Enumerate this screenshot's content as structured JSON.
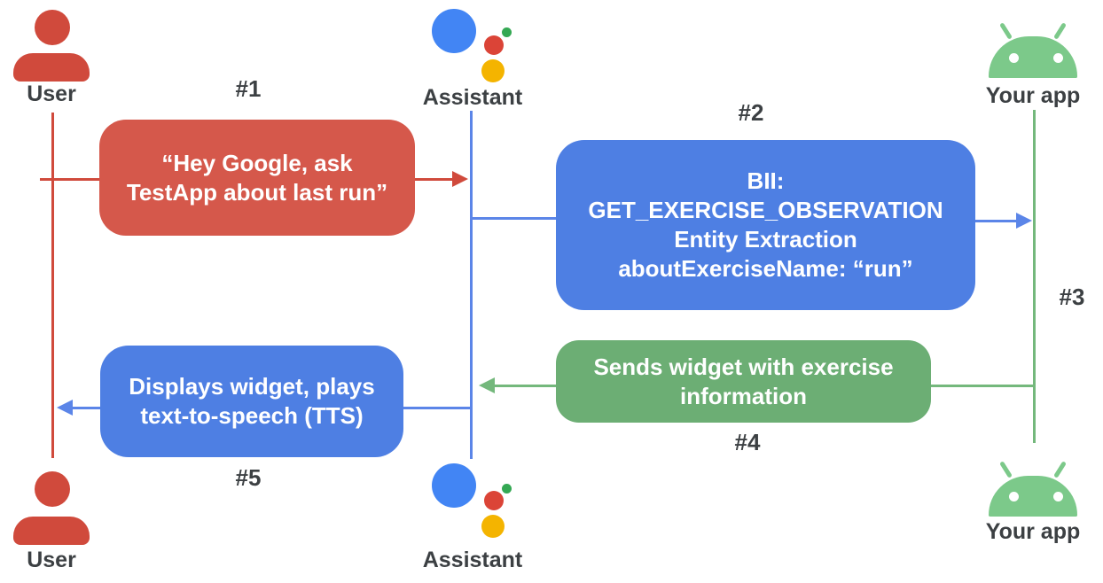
{
  "colors": {
    "red_box": "#D5584B",
    "red_accent": "#D04A3C",
    "blue_box": "#4E7FE3",
    "blue_accent": "#5B85E8",
    "green_box": "#6CAE74",
    "green_accent": "#74B87C",
    "android_green": "#7CC98A",
    "label_gray": "#3C4043",
    "logo_blue": "#4285F4",
    "logo_red": "#DB4437",
    "logo_yellow": "#F4B400",
    "logo_green": "#34A853"
  },
  "actors": {
    "user_top": "User",
    "assistant_top": "Assistant",
    "app_top": "Your app",
    "user_bottom": "User",
    "assistant_bottom": "Assistant",
    "app_bottom": "Your app"
  },
  "steps": {
    "s1": "#1",
    "s2": "#2",
    "s3": "#3",
    "s4": "#4",
    "s5": "#5"
  },
  "messages": {
    "m1": {
      "lines": [
        "“Hey Google, ask",
        "TestApp about last run”"
      ]
    },
    "m2": {
      "lines": [
        "BII:",
        "GET_EXERCISE_OBSERVATION",
        "Entity Extraction",
        "aboutExerciseName: “run”"
      ]
    },
    "m4": {
      "lines": [
        "Sends widget with exercise",
        "information"
      ]
    },
    "m5": {
      "lines": [
        "Displays widget, plays",
        "text-to-speech (TTS)"
      ]
    }
  }
}
